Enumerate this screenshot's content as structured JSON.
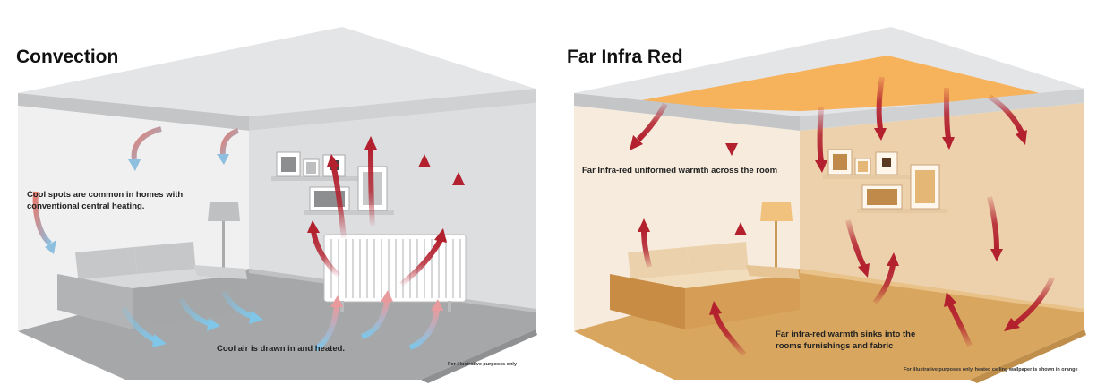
{
  "left_panel": {
    "title": "Convection",
    "note_cool_spots": "Cool spots are common in homes with conventional central heating.",
    "note_cool_air": "Cool air is drawn in and heated.",
    "footnote": "For illustrative purposes only"
  },
  "right_panel": {
    "title": "Far Infra Red",
    "note_uniform": "Far Infra-red uniformed warmth across the room",
    "note_sinks": "Far infra-red warmth sinks into the rooms furnishings and fabric",
    "footnote": "For illustrative purposes only, heated ceiling wallpaper is shown in orange"
  },
  "colors": {
    "warm_arrow": "#b3202e",
    "cool_arrow": "#7fc6e8",
    "heated_ceiling": "#f7b25c",
    "convection_floor": "#a6a7a9",
    "fir_floor": "#d9a65f"
  }
}
